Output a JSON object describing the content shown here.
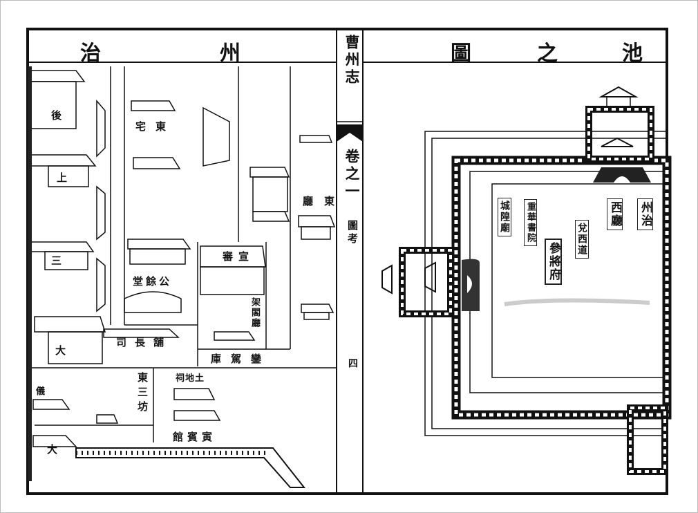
{
  "header": {
    "left_title": [
      "州",
      "治"
    ],
    "right_title": [
      "池",
      "之",
      "圖"
    ]
  },
  "center_column": {
    "book_title": "曹州志",
    "volume": "卷之一",
    "section": "圖考",
    "page_number": "四"
  },
  "left_page": {
    "labels": {
      "east_residence": "東宅",
      "gongyu_hall": "公餘堂",
      "puzhang_office": "舖長司",
      "earth_god_shrine": "土地祠",
      "yinbin_hall": "寅賓館",
      "luanjia_storehouse": "鑾駕庫",
      "east_hall": "東廳",
      "xuanshen": "宣審",
      "archive_hall": "架閣廳",
      "east_third_ward": "東三坊",
      "rear": "後",
      "upper": "上",
      "third": "三",
      "great": "大",
      "great_gate": "大",
      "ceremonial": "儀"
    }
  },
  "right_page": {
    "labels": {
      "prefecture_office": "州治",
      "west_hall": "西廳",
      "duixi_circuit": "兌西道",
      "garrison_office": "參將府",
      "chonghua_academy": "重華書院",
      "city_god_temple": "城隍廟"
    }
  },
  "colors": {
    "ink": "#111111",
    "paper": "#ffffff"
  }
}
